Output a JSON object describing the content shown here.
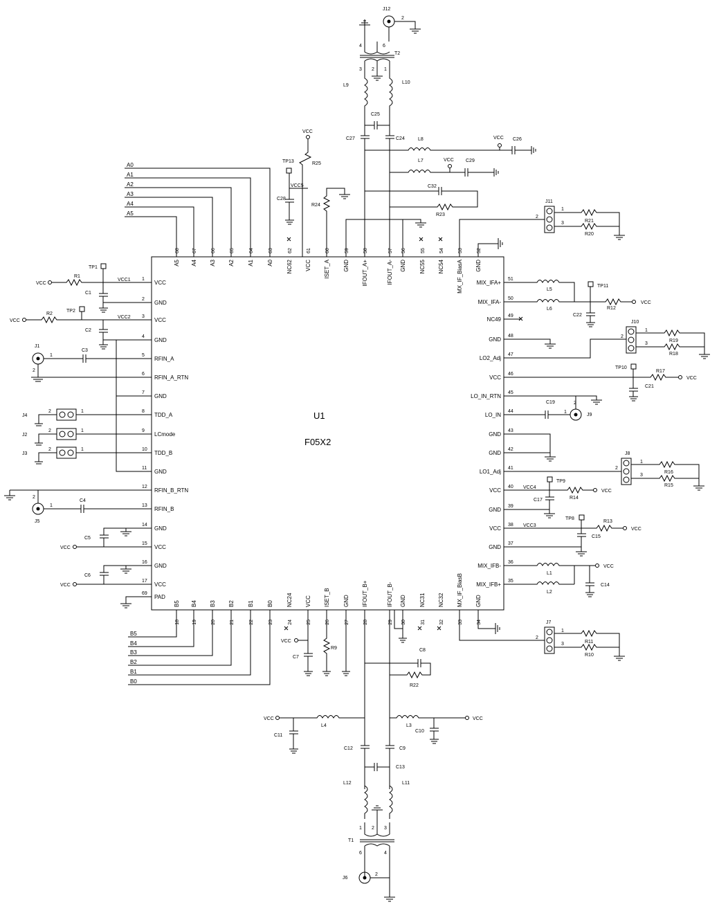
{
  "chip": {
    "designator": "U1",
    "part": "F05X2",
    "left_pins": [
      {
        "num": "1",
        "name": "VCC"
      },
      {
        "num": "2",
        "name": "GND"
      },
      {
        "num": "3",
        "name": "VCC"
      },
      {
        "num": "4",
        "name": "GND"
      },
      {
        "num": "5",
        "name": "RFIN_A"
      },
      {
        "num": "6",
        "name": "RFIN_A_RTN"
      },
      {
        "num": "7",
        "name": "GND"
      },
      {
        "num": "8",
        "name": "TDD_A"
      },
      {
        "num": "9",
        "name": "LCmode"
      },
      {
        "num": "10",
        "name": "TDD_B"
      },
      {
        "num": "11",
        "name": "GND"
      },
      {
        "num": "12",
        "name": "RFIN_B_RTN"
      },
      {
        "num": "13",
        "name": "RFIN_B"
      },
      {
        "num": "14",
        "name": "GND"
      },
      {
        "num": "15",
        "name": "VCC"
      },
      {
        "num": "16",
        "name": "GND"
      },
      {
        "num": "17",
        "name": "VCC"
      },
      {
        "num": "69",
        "name": "PAD"
      }
    ],
    "right_pins": [
      {
        "num": "51",
        "name": "MIX_IFA+"
      },
      {
        "num": "50",
        "name": "MIX_IFA-"
      },
      {
        "num": "49",
        "name": "NC49"
      },
      {
        "num": "48",
        "name": "GND"
      },
      {
        "num": "47",
        "name": "LO2_Adj"
      },
      {
        "num": "46",
        "name": "VCC"
      },
      {
        "num": "45",
        "name": "LO_IN_RTN"
      },
      {
        "num": "44",
        "name": "LO_IN"
      },
      {
        "num": "43",
        "name": "GND"
      },
      {
        "num": "42",
        "name": "GND"
      },
      {
        "num": "41",
        "name": "LO1_Adj"
      },
      {
        "num": "40",
        "name": "VCC"
      },
      {
        "num": "39",
        "name": "GND"
      },
      {
        "num": "38",
        "name": "VCC"
      },
      {
        "num": "37",
        "name": "GND"
      },
      {
        "num": "36",
        "name": "MIX_IFB-"
      },
      {
        "num": "35",
        "name": "MIX_IFB+"
      }
    ],
    "top_pins": [
      {
        "num": "68",
        "name": "A5"
      },
      {
        "num": "67",
        "name": "A4"
      },
      {
        "num": "66",
        "name": "A3"
      },
      {
        "num": "65",
        "name": "A2"
      },
      {
        "num": "64",
        "name": "A1"
      },
      {
        "num": "63",
        "name": "A0"
      },
      {
        "num": "62",
        "name": "NC62"
      },
      {
        "num": "61",
        "name": "VCC"
      },
      {
        "num": "60",
        "name": "ISET_A"
      },
      {
        "num": "59",
        "name": "GND"
      },
      {
        "num": "58",
        "name": "IFOUT_A+"
      },
      {
        "num": "57",
        "name": "IFOUT_A-"
      },
      {
        "num": "56",
        "name": "GND"
      },
      {
        "num": "55",
        "name": "NC55"
      },
      {
        "num": "54",
        "name": "NC54"
      },
      {
        "num": "53",
        "name": "MX_IF_BiasA"
      },
      {
        "num": "52",
        "name": "GND"
      }
    ],
    "bottom_pins": [
      {
        "num": "18",
        "name": "B5"
      },
      {
        "num": "19",
        "name": "B4"
      },
      {
        "num": "20",
        "name": "B3"
      },
      {
        "num": "21",
        "name": "B2"
      },
      {
        "num": "22",
        "name": "B1"
      },
      {
        "num": "23",
        "name": "B0"
      },
      {
        "num": "24",
        "name": "NC24"
      },
      {
        "num": "25",
        "name": "VCC"
      },
      {
        "num": "26",
        "name": "ISET_B"
      },
      {
        "num": "27",
        "name": "GND"
      },
      {
        "num": "28",
        "name": "IFOUT_B+"
      },
      {
        "num": "29",
        "name": "IFOUT_B-"
      },
      {
        "num": "30",
        "name": "GND"
      },
      {
        "num": "31",
        "name": "NC31"
      },
      {
        "num": "32",
        "name": "NC32"
      },
      {
        "num": "33",
        "name": "MX_IF_BiasB"
      },
      {
        "num": "34",
        "name": "GND"
      }
    ]
  },
  "bus_top": [
    "A0",
    "A1",
    "A2",
    "A3",
    "A4",
    "A5"
  ],
  "bus_bottom": [
    "B5",
    "B4",
    "B3",
    "B2",
    "B1",
    "B0"
  ],
  "net_labels": {
    "vcc": "VCC",
    "vcc1": "VCC1",
    "vcc2": "VCC2",
    "vcc3": "VCC3",
    "vcc4": "VCC4",
    "vcc5": "VCC5"
  },
  "refdes": {
    "R1": "R1",
    "R2": "R2",
    "R9": "R9",
    "R10": "R10",
    "R11": "R11",
    "R12": "R12",
    "R13": "R13",
    "R14": "R14",
    "R15": "R15",
    "R16": "R16",
    "R17": "R17",
    "R18": "R18",
    "R19": "R19",
    "R20": "R20",
    "R21": "R21",
    "R22": "R22",
    "R23": "R23",
    "R24": "R24",
    "R25": "R25",
    "C1": "C1",
    "C2": "C2",
    "C3": "C3",
    "C4": "C4",
    "C5": "C5",
    "C6": "C6",
    "C7": "C7",
    "C8": "C8",
    "C9": "C9",
    "C10": "C10",
    "C11": "C11",
    "C12": "C12",
    "C13": "C13",
    "C14": "C14",
    "C15": "C15",
    "C17": "C17",
    "C19": "C19",
    "C21": "C21",
    "C22": "C22",
    "C24": "C24",
    "C25": "C25",
    "C26": "C26",
    "C27": "C27",
    "C28": "C28",
    "C29": "C29",
    "C32": "C32",
    "L1": "L1",
    "L2": "L2",
    "L3": "L3",
    "L4": "L4",
    "L5": "L5",
    "L6": "L6",
    "L7": "L7",
    "L8": "L8",
    "L9": "L9",
    "L10": "L10",
    "L11": "L11",
    "L12": "L12",
    "T1": "T1",
    "T2": "T2",
    "J1": "J1",
    "J2": "J2",
    "J3": "J3",
    "J4": "J4",
    "J5": "J5",
    "J6": "J6",
    "J7": "J7",
    "J8": "J8",
    "J9": "J9",
    "J10": "J10",
    "J11": "J11",
    "J12": "J12",
    "TP1": "TP1",
    "TP2": "TP2",
    "TP8": "TP8",
    "TP9": "TP9",
    "TP10": "TP10",
    "TP11": "TP11",
    "TP13": "TP13"
  },
  "pin_numbers": {
    "p1": "1",
    "p2": "2",
    "p3": "3",
    "p4": "4",
    "p6": "6"
  }
}
